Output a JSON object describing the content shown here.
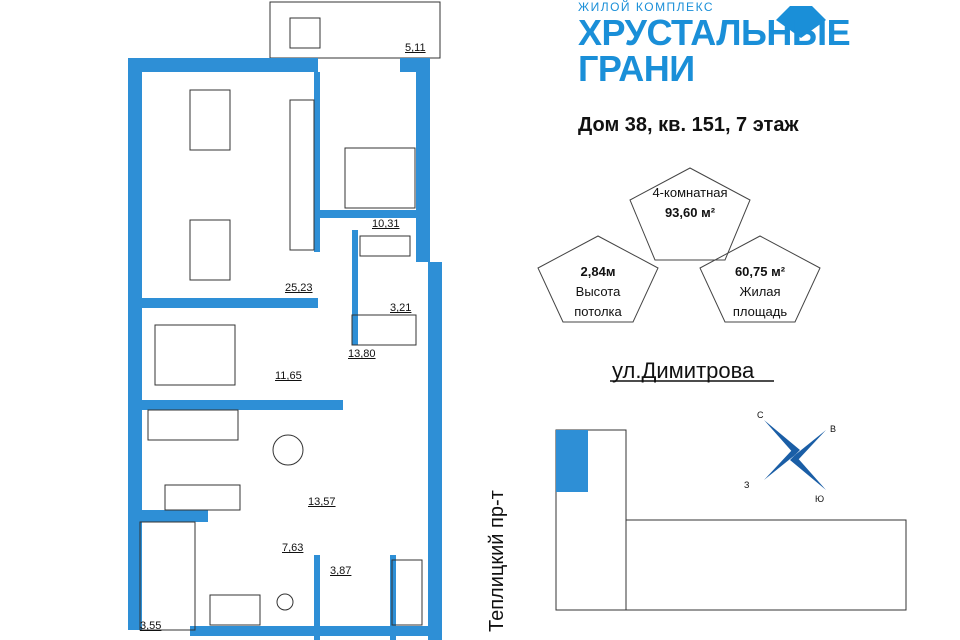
{
  "brand": {
    "complex_label": "ЖИЛОЙ КОМПЛЕКС",
    "name_line1": "ХРУСТАЛЬНЫЕ",
    "name_line2": "ГРАНИ",
    "accent_color": "#1a8fd8",
    "logo_icon": "crystal-icon"
  },
  "apartment": {
    "title": "Дом 38, кв. 151, 7 этаж",
    "rooms": "4-комнатная",
    "total_area": "93,60 м²",
    "ceiling_value": "2,84м",
    "ceiling_label_1": "Высота",
    "ceiling_label_2": "потолка",
    "living_value": "60,75 м²",
    "living_label_1": "Жилая",
    "living_label_2": "площадь"
  },
  "streets": {
    "top": "ул.Димитрова",
    "side": "Теплицкий пр-т"
  },
  "compass": {
    "n": "С",
    "e": "В",
    "s": "Ю",
    "w": "З"
  },
  "plan": {
    "wall_color": "#2e8fd6",
    "areas": {
      "balcony_top": "5,11",
      "bedroom_large": "25,23",
      "bedroom_right": "10,31",
      "bathroom": "3,21",
      "corridor": "13,80",
      "bedroom_mid": "11,65",
      "living": "13,57",
      "kitchen": "7,63",
      "wc": "3,87",
      "balcony_bottom": "3,55"
    }
  }
}
